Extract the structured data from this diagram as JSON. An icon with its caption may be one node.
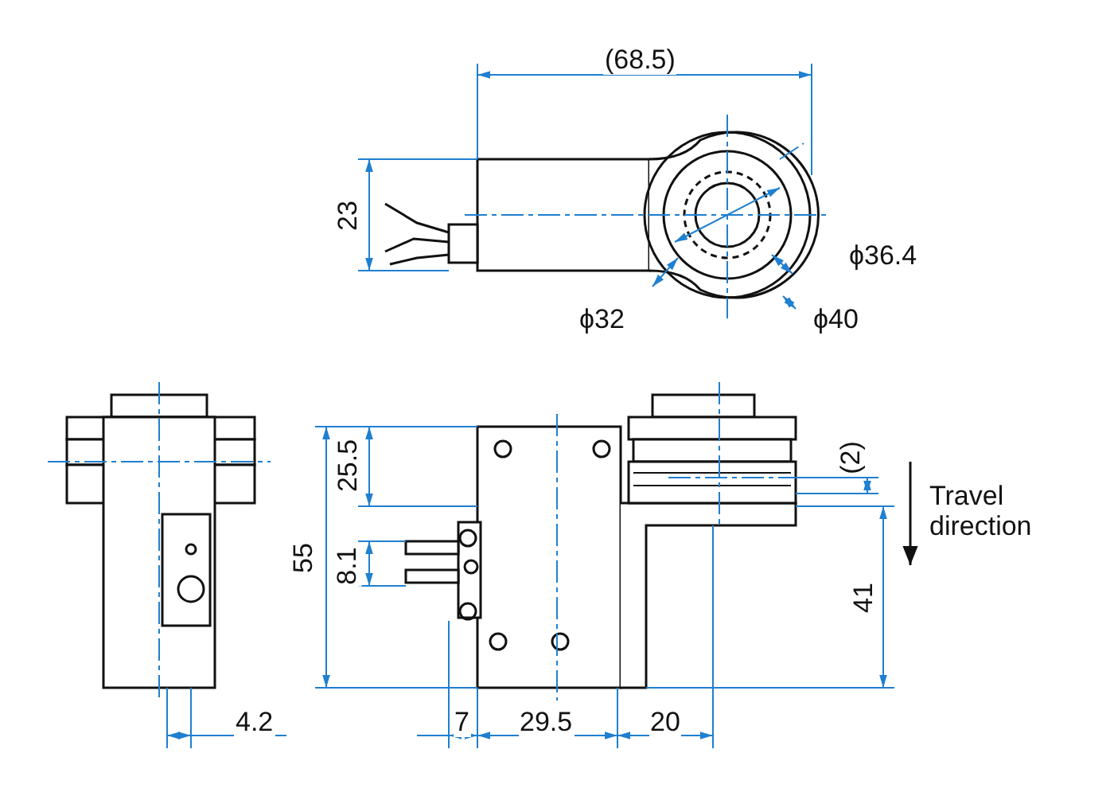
{
  "diagram": {
    "labels": [
      "(68.5)",
      "23",
      "ϕ36.4",
      "ϕ32",
      "ϕ40",
      "(2)",
      "25.5",
      "Travel direction",
      "55",
      "8.1",
      "41",
      "4.2",
      "7",
      "29.5",
      "20"
    ]
  }
}
